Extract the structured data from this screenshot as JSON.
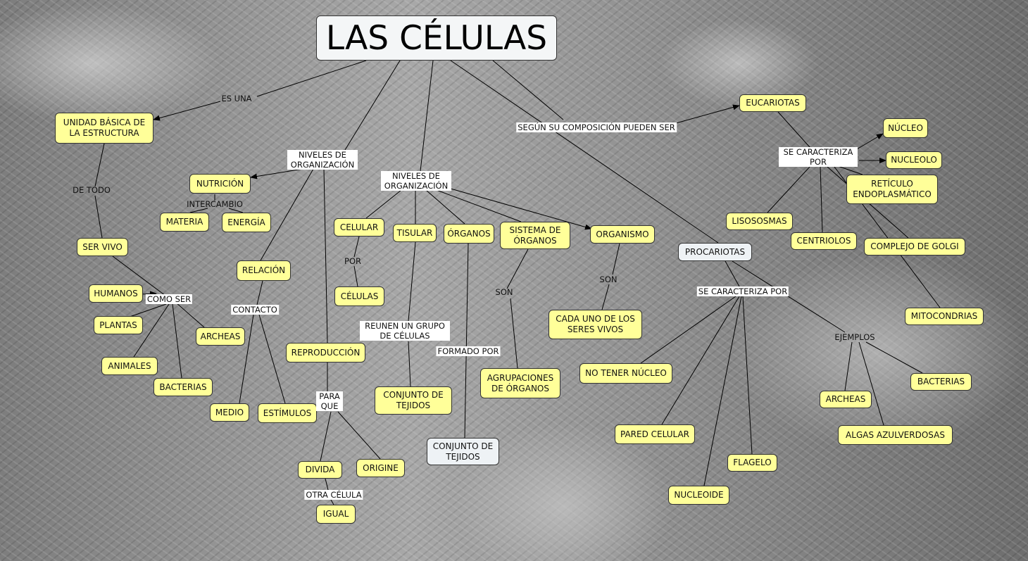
{
  "title": "LAS CÉLULAS",
  "concepts": {
    "unidad": "UNIDAD BÁSICA DE LA ESTRUCTURA",
    "nutricion": "NUTRICIÓN",
    "materia": "MATERIA",
    "energia": "ENERGÍA",
    "ser_vivo": "SER VIVO",
    "relacion": "RELACIÓN",
    "humanos": "HUMANOS",
    "plantas": "PLANTAS",
    "archeas_1": "ARCHEAS",
    "animales": "ANIMALES",
    "bacterias_1": "BACTERIAS",
    "medio": "MEDIO",
    "estimulos": "ESTÍMULOS",
    "reproduccion": "REPRODUCCIÓN",
    "celular": "CELULAR",
    "celulas": "CÉLULAS",
    "tisular": "TISULAR",
    "organos": "ÓRGANOS",
    "sistema": "SISTEMA DE ÓRGANOS",
    "organismo": "ORGANISMO",
    "cada_uno": "CADA UNO DE LOS SERES VIVOS",
    "agrupaciones": "AGRUPACIONES DE ÓRGANOS",
    "conjunto_1": "CONJUNTO DE TEJIDOS",
    "conjunto_2": "CONJUNTO DE TEJIDOS",
    "divida": "DIVIDA",
    "origine": "ORIGINE",
    "igual": "IGUAL",
    "no_nucleo": "NO TENER NÚCLEO",
    "pared": "PARED CELULAR",
    "flagelo": "FLAGELO",
    "nucleoide": "NUCLEOIDE",
    "procariotas": "PROCARIOTAS",
    "eucariotas": "EUCARIOTAS",
    "nucleo": "NÚCLEO",
    "nucleolo": "NUCLEOLO",
    "reticulo": "RETÍCULO ENDOPLASMÁTICO",
    "lisososmas": "LISOSOSMAS",
    "centriolos": "CENTRIOLOS",
    "golgi": "COMPLEJO DE GOLGI",
    "mitocondrias": "MITOCONDRIAS",
    "bacterias_2": "BACTERIAS",
    "archeas_2": "ARCHEAS",
    "algas": "ALGAS AZULVERDOSAS"
  },
  "links": {
    "es_una": "ES UNA",
    "de_todo": "DE TODO",
    "niveles_1": "NIVELES DE ORGANIZACIÓN",
    "intercambio": "INTERCAMBIO",
    "niveles_2": "NIVELES DE ORGANIZACIÓN",
    "por": "POR",
    "como_ser": "COMO SER",
    "contacto": "CONTACTO",
    "reunen": "REUNEN UN GRUPO DE CÉLULAS",
    "formado_por": "FORMADO POR",
    "son_1": "SON",
    "son_2": "SON",
    "para_que": "PARA QUE",
    "otra_celula": "OTRA CÉLULA",
    "segun": "SEGÚN SU COMPOSICIÓN PUEDEN SER",
    "se_caracteriza_1": "SE CARACTERIZA POR",
    "se_caracteriza_2": "SE CARACTERIZA POR",
    "ejemplos": "EJEMPLOS"
  }
}
